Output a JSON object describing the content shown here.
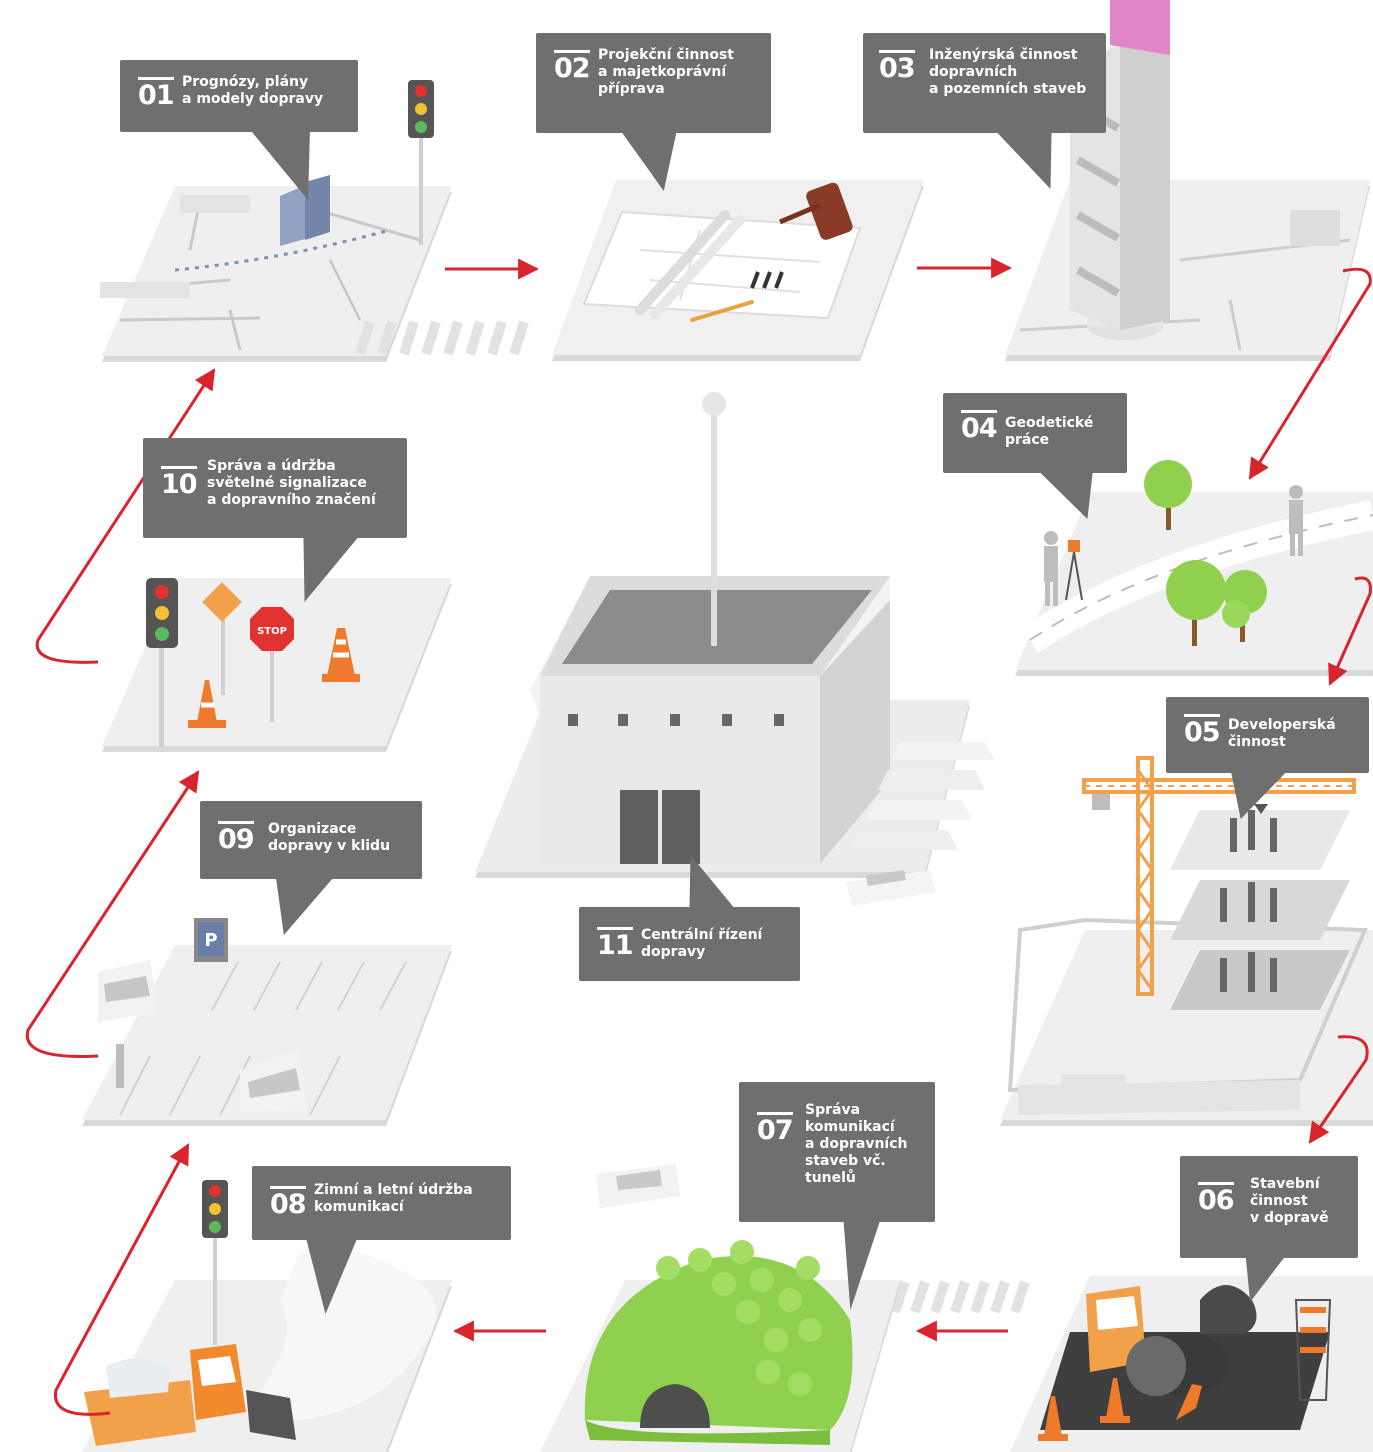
{
  "steps": [
    {
      "number": "01",
      "lines": [
        "Prognózy, plány",
        "a modely dopravy"
      ]
    },
    {
      "number": "02",
      "lines": [
        "Projekční činnost",
        "a majetkoprávní",
        "příprava"
      ]
    },
    {
      "number": "03",
      "lines": [
        "Inženýrská činnost",
        "dopravních",
        "a pozemních staveb"
      ]
    },
    {
      "number": "04",
      "lines": [
        "Geodetické",
        "práce"
      ]
    },
    {
      "number": "05",
      "lines": [
        "Developerská",
        "činnost"
      ]
    },
    {
      "number": "06",
      "lines": [
        "Stavební",
        "činnost",
        "v dopravě"
      ]
    },
    {
      "number": "07",
      "lines": [
        "Správa",
        "komunikací",
        "a dopravních",
        "staveb vč.",
        "tunelů"
      ]
    },
    {
      "number": "08",
      "lines": [
        "Zimní a letní údržba",
        "komunikací"
      ]
    },
    {
      "number": "09",
      "lines": [
        "Organizace",
        "dopravy v klidu"
      ]
    },
    {
      "number": "10",
      "lines": [
        "Správa a údržba",
        "světelné signalizace",
        "a dopravního značení"
      ]
    },
    {
      "number": "11",
      "lines": [
        "Centrální řízení",
        "dopravy"
      ]
    }
  ],
  "sign_text": "STOP",
  "parking_sign": "P",
  "colors": {
    "callout": "#6f6f6f",
    "arrow": "#d8242c",
    "pad": "#ececec",
    "pad_shadow": "#d9d9d9",
    "tree": "#8fd14f",
    "cone": "#f07a2c",
    "crane": "#f2a04a",
    "roof": "#e086c8",
    "signal_red": "#e0332f",
    "signal_yellow": "#f2c232",
    "signal_green": "#5cb85c"
  },
  "icons": [
    "traffic-light-icon",
    "stop-sign-icon",
    "diamond-sign-icon",
    "cone-icon",
    "tree-icon",
    "car-icon",
    "crane-icon",
    "gavel-icon",
    "pencil-icon",
    "surveyor-icon",
    "building-icon",
    "tunnel-hill-icon",
    "truck-icon",
    "roller-icon",
    "parking-sign-icon"
  ]
}
